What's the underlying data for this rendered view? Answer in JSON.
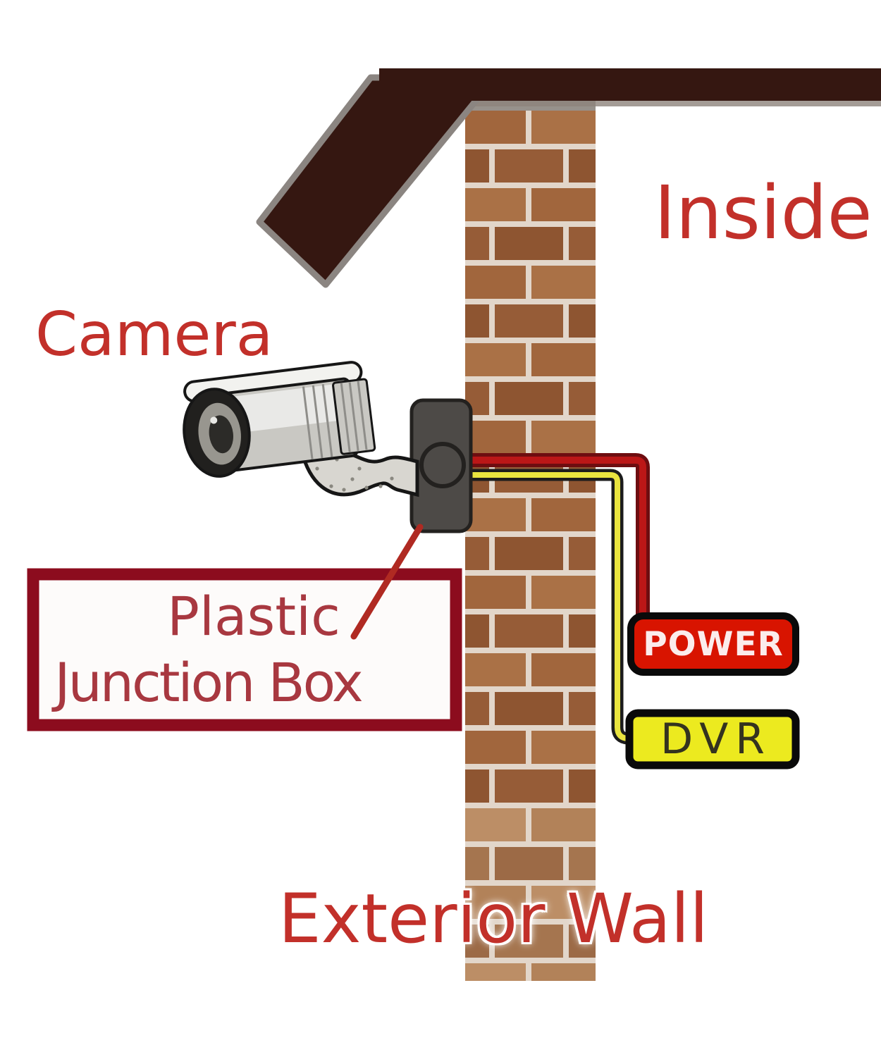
{
  "labels": {
    "camera": "Camera",
    "inside": "Inside",
    "plastic_line1": "Plastic",
    "plastic_line2": "Junction Box",
    "exterior_wall": "Exterior Wall",
    "power": "POWER",
    "dvr": "DVR"
  },
  "colors": {
    "background": "#ffffff",
    "roof": "#351711",
    "roof_edge": "#8b8581",
    "roof_shadow_strip": "#8d837c",
    "wall_mortar": "#e2d6ca",
    "wall_top_shadow": "#97918b",
    "brick_palette": [
      "#a1663d",
      "#965c37",
      "#aa7146",
      "#8e5531"
    ],
    "brick_palette_light": [
      "#b28259",
      "#a5754f",
      "#bc8e66",
      "#9c6a46"
    ],
    "wire_red": "#bb1717",
    "wire_red_outline": "#6e0d10",
    "wire_yellow": "#e9e43f",
    "wire_yellow_outline": "#1c1c1c",
    "junction_box_fill": "#4d4a47",
    "junction_box_stroke": "#23211f",
    "camera_body_light": "#f2f2ef",
    "camera_body_mid": "#c9c8c3",
    "camera_outline": "#161616",
    "camera_hood": "#21201e",
    "camera_ring": "#98968f",
    "camera_lens": "#2c2b28",
    "arm_fill": "#d8d6d0",
    "label_box_border": "#8c0c1e",
    "label_box_fill": "#fdfbfa",
    "label_text": "#a83840",
    "red_text": "#c2302a",
    "callout_line": "#b02a22",
    "power_fill": "#d81400",
    "power_text": "#fbecec",
    "dvr_fill": "#ecea1f",
    "dvr_text": "#34331f",
    "device_box_border": "#0a0a0a"
  }
}
